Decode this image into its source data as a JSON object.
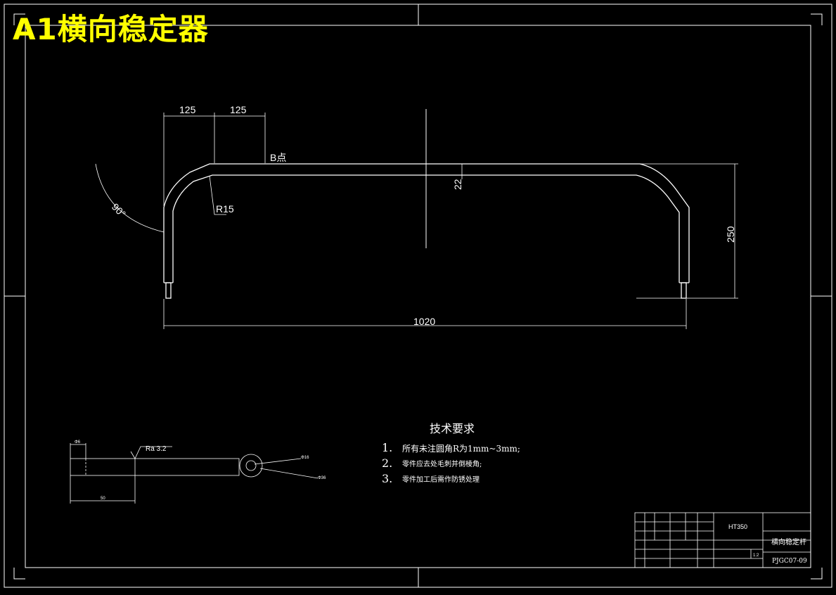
{
  "title": "A1横向稳定器",
  "dimensions": {
    "left_125": "125",
    "right_125": "125",
    "width_1020": "1020",
    "height_250": "250",
    "thickness_22": "22",
    "radius": "R15",
    "angle": "90°",
    "point_b": "B点"
  },
  "detail_view": {
    "roughness": "Ra 3.2",
    "diameter_small": "Φ16",
    "diameter_large": "Φ36",
    "top_dim": "Φ6",
    "length_dim": "50"
  },
  "technical_requirements": {
    "heading": "技术要求",
    "items": [
      {
        "num": "1.",
        "text": "所有未注圆角R为1mm~3mm;"
      },
      {
        "num": "2.",
        "text": "零件应去处毛刺并倒棱角;"
      },
      {
        "num": "3.",
        "text": "零件加工后需作防锈处理"
      }
    ]
  },
  "title_block": {
    "material": "HT350",
    "part_name": "横向稳定杆",
    "drawing_number": "PJGC07-09",
    "scale": "1:2"
  },
  "colors": {
    "background": "#000000",
    "lines": "#ffffff",
    "title": "#ffff00"
  }
}
